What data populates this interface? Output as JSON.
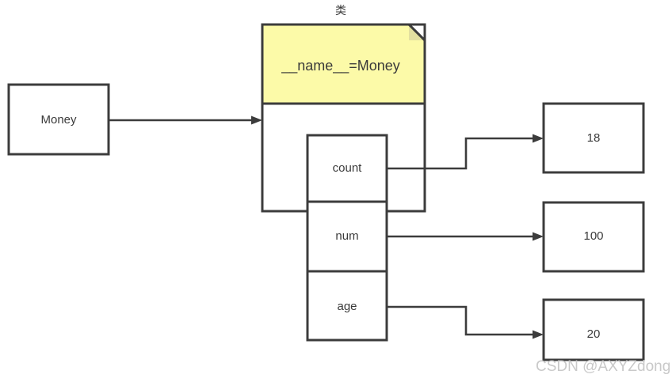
{
  "diagram": {
    "caption": "类",
    "watermark": "CSDN @AXYZdong",
    "colors": {
      "note_fill": "#fcfaa8",
      "note_fold": "#e3e0a0",
      "stroke": "#3c3c3c",
      "box_fill": "#ffffff",
      "text": "#3a3a3a",
      "watermark": "#c9c9c9"
    },
    "nodes": {
      "reference": {
        "label": "Money"
      },
      "class_note": {
        "label": "__name__=Money"
      },
      "attributes": [
        {
          "label": "count"
        },
        {
          "label": "num"
        },
        {
          "label": "age"
        }
      ],
      "values": [
        {
          "label": "18"
        },
        {
          "label": "100"
        },
        {
          "label": "20"
        }
      ]
    },
    "edges": [
      {
        "from": "reference",
        "to": "class_box"
      },
      {
        "from": "count",
        "to": "18"
      },
      {
        "from": "num",
        "to": "100"
      },
      {
        "from": "age",
        "to": "20"
      }
    ]
  }
}
